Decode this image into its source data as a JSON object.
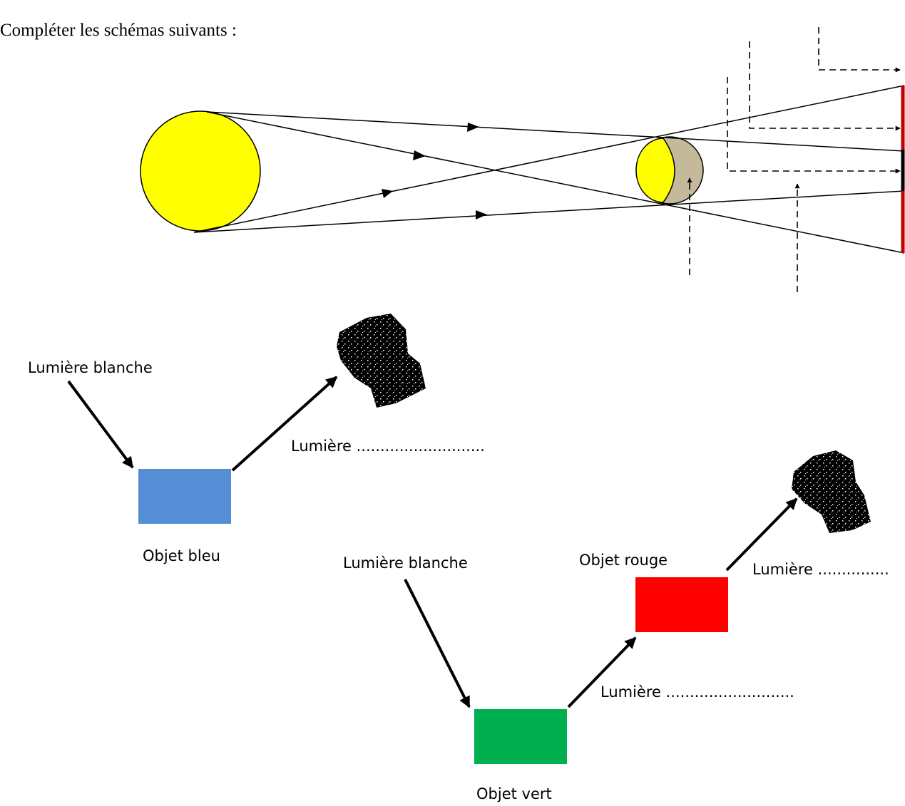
{
  "instruction": "Compléter les schémas suivants :",
  "colors": {
    "sun": "#ffff00",
    "moon_dark": "#c4b99a",
    "screen_red": "#c00000",
    "blue_object": "#558ed5",
    "red_object": "#ff0000",
    "green_object": "#00b050"
  },
  "icons": {
    "eye_top": "eye-icon",
    "eye_bottom": "eye-icon"
  },
  "diagram2": {
    "incident_label": "Lumière blanche",
    "reflected_label": "Lumière ...........................",
    "object_label": "Objet bleu"
  },
  "diagram3": {
    "incident_label": "Lumière blanche",
    "green_reflected_label": "Lumière ...........................",
    "green_object_label": "Objet vert",
    "red_object_label": "Objet rouge",
    "red_reflected_label": "Lumière ..............."
  }
}
